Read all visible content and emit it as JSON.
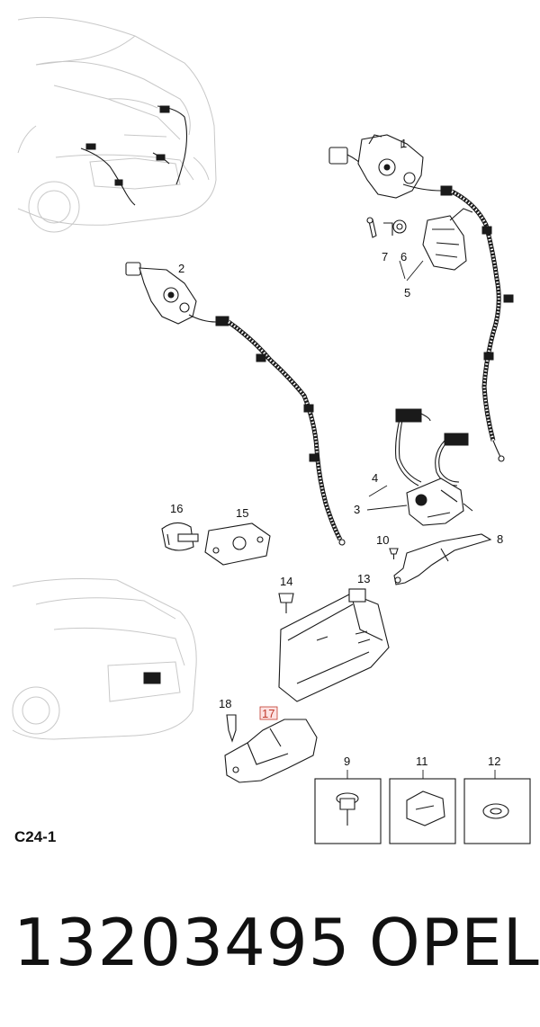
{
  "callouts": {
    "c1": "1",
    "c2": "2",
    "c3": "3",
    "c4": "4",
    "c5": "5",
    "c6": "6",
    "c7": "7",
    "c8": "8",
    "c9": "9",
    "c10": "10",
    "c11": "11",
    "c12": "12",
    "c13": "13",
    "c14": "14",
    "c15": "15",
    "c16": "16",
    "c17": "17",
    "c18": "18"
  },
  "section_code": "C24-1",
  "part_number": "13203495",
  "brand": "OPEL",
  "highlight_color": "#c0392b"
}
